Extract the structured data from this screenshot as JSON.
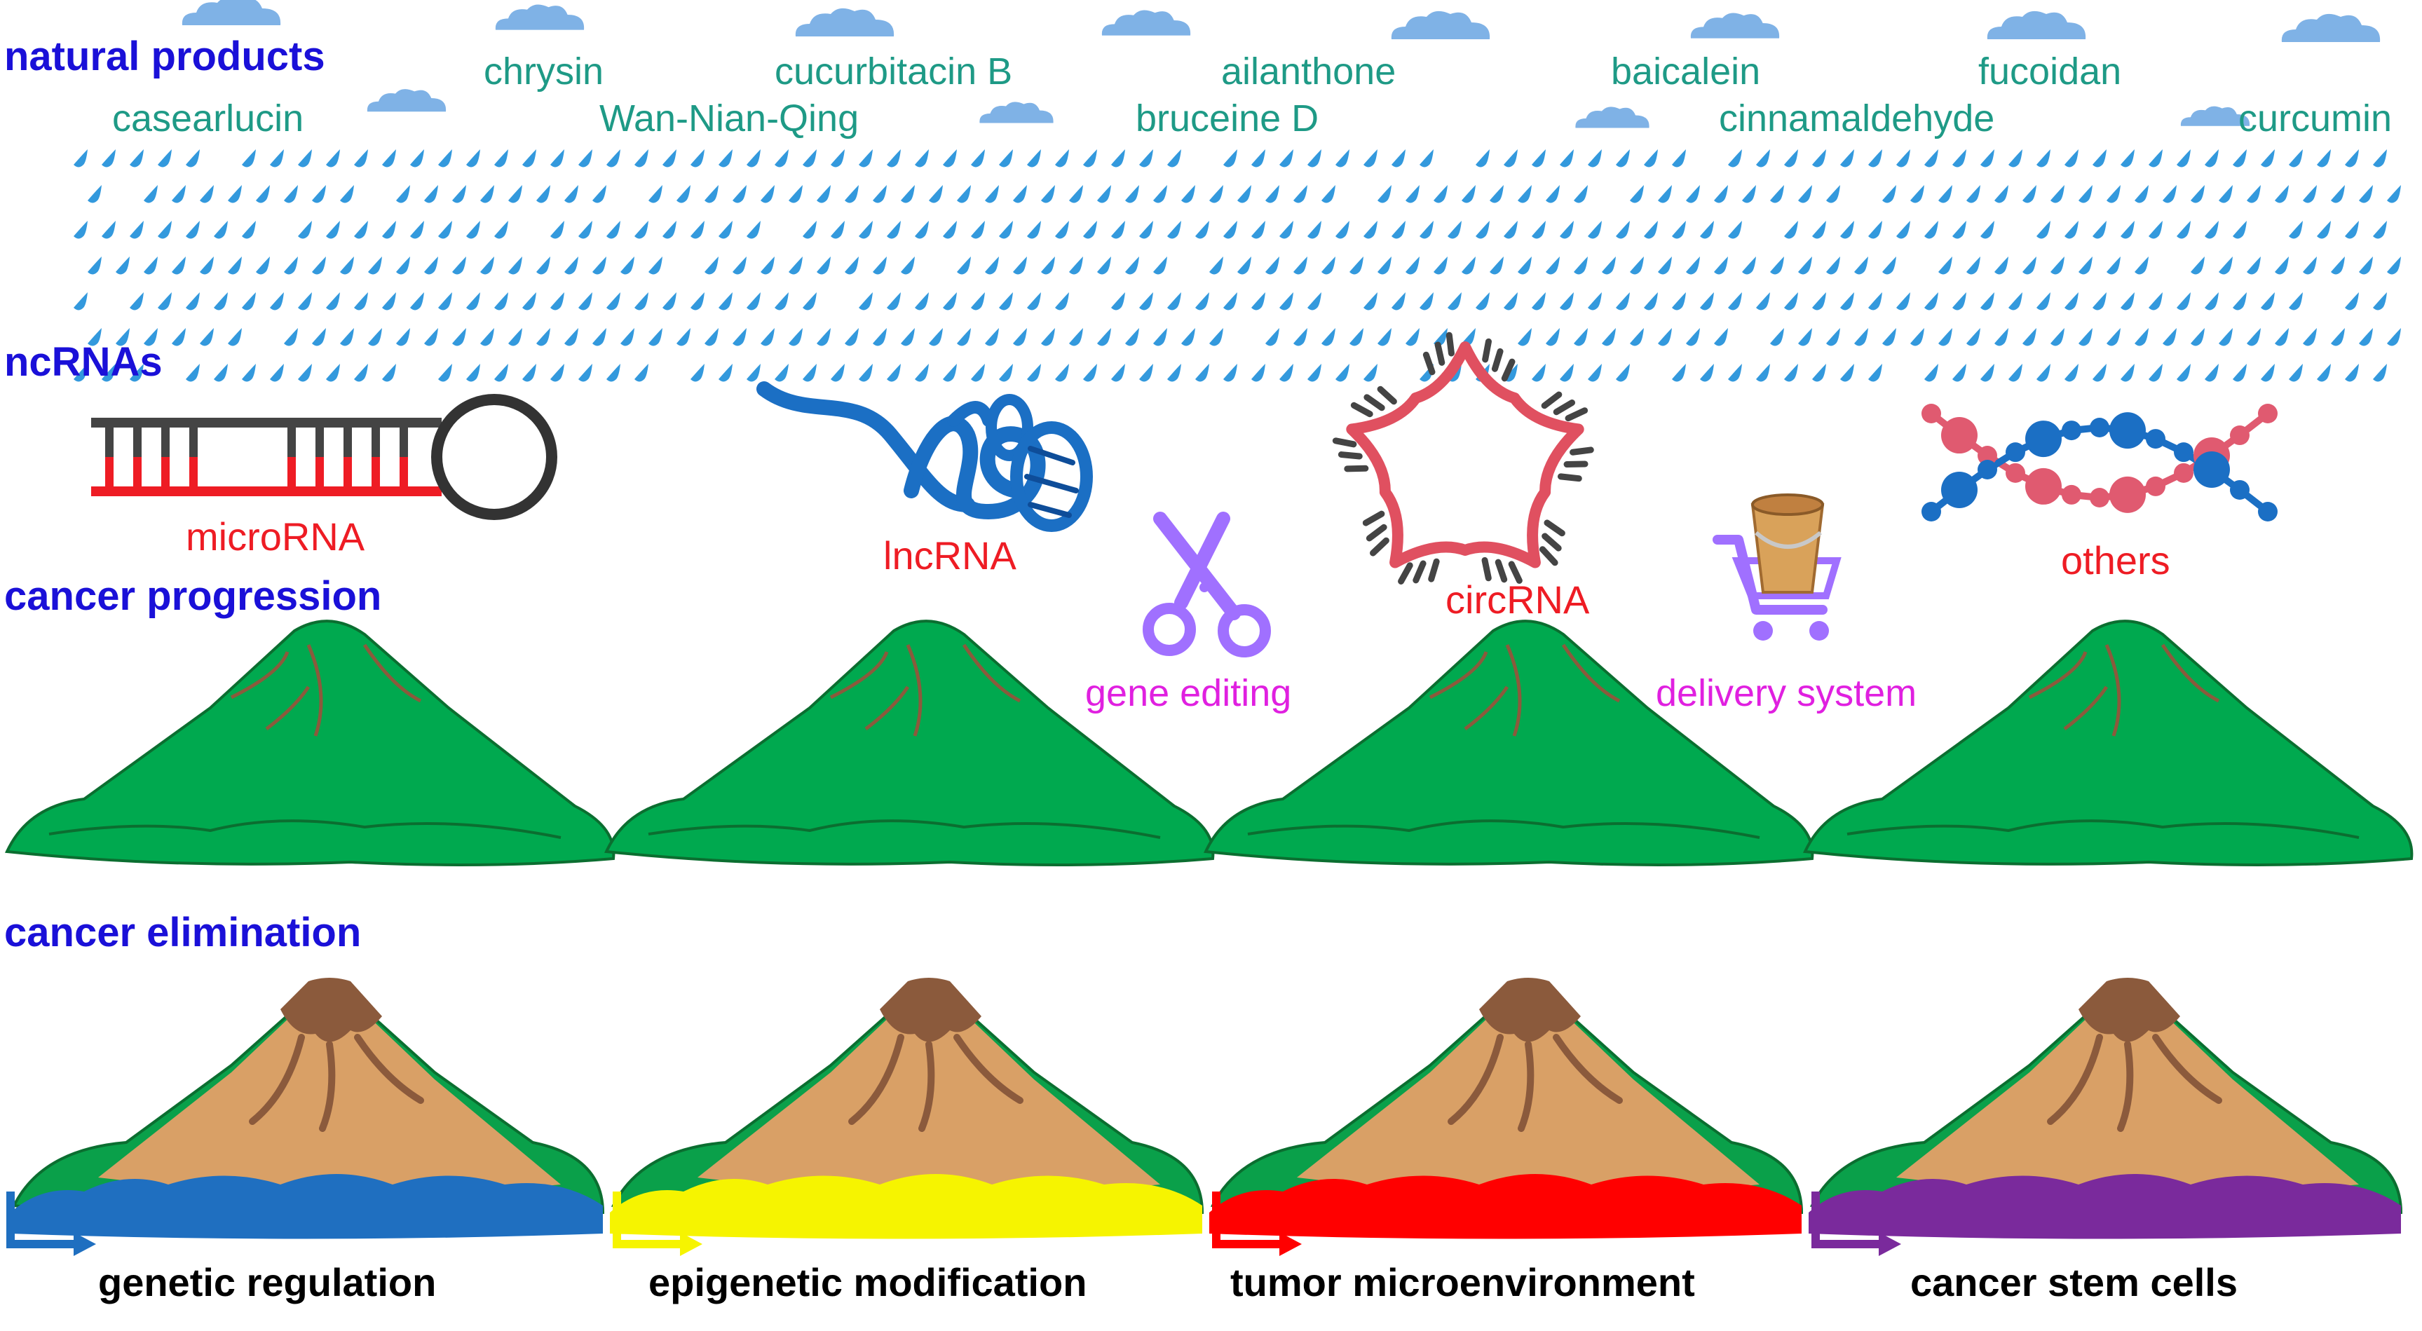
{
  "sections": {
    "natural_products": "natural products",
    "ncrnas": "ncRNAs",
    "cancer_progression": "cancer progression",
    "cancer_elimination": "cancer elimination"
  },
  "products": [
    "chrysin",
    "cucurbitacin B",
    "ailanthone",
    "baicalein",
    "fucoidan",
    "casearlucin",
    "Wan-Nian-Qing",
    "bruceine D",
    "cinnamaldehyde",
    "curcumin"
  ],
  "rnas": {
    "microrna": "microRNA",
    "lncrna": "lncRNA",
    "circrna": "circRNA",
    "others": "others"
  },
  "tools": {
    "gene_editing": "gene editing",
    "delivery_system": "delivery system"
  },
  "captions": [
    "genetic  regulation",
    "epigenetic modification",
    "tumor microenvironment",
    "cancer stem cells"
  ],
  "colors": {
    "section": "#1a10d8",
    "product": "#1e9a86",
    "rain": "#3399dd",
    "cloud": "#7fb2e6",
    "mountain_green": "#00a94f",
    "mountain_brown": "#d9a066",
    "peak": "#8b5a3c",
    "lava": [
      "#1f6fc0",
      "#f6f400",
      "#ff0000",
      "#7a2a9c"
    ],
    "rna_red": "#ee1c24",
    "rna_blue": "#1b6fc4",
    "tool_magenta": "#e020e0",
    "scissors": "#a070ff"
  }
}
